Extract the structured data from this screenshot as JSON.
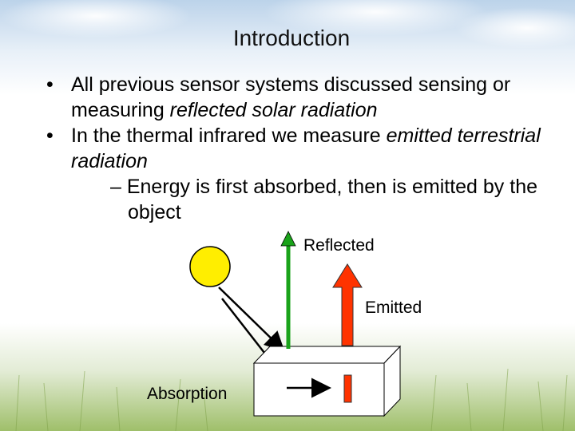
{
  "slide": {
    "title": "Introduction",
    "bullets": [
      {
        "parts": [
          {
            "text": "All previous sensor systems discussed sensing or measuring ",
            "italic": false
          },
          {
            "text": "reflected solar radiation",
            "italic": true
          }
        ]
      },
      {
        "parts": [
          {
            "text": "In the thermal infrared we measure ",
            "italic": false
          },
          {
            "text": "emitted terrestrial radiation",
            "italic": true
          }
        ]
      }
    ],
    "sub_bullet": "– Energy is first absorbed, then is emitted by the object"
  },
  "diagram": {
    "reflected_label": "Reflected",
    "emitted_label": "Emitted",
    "absorption_label": "Absorption",
    "colors": {
      "sun": "#ffee00",
      "reflected_arrow": "#1aa31a",
      "emitted_arrow": "#ff3300",
      "absorbed_bar": "#ff3300",
      "box": "#ffffff"
    }
  },
  "icons": [
    "bullet-dot",
    "sun-icon"
  ]
}
